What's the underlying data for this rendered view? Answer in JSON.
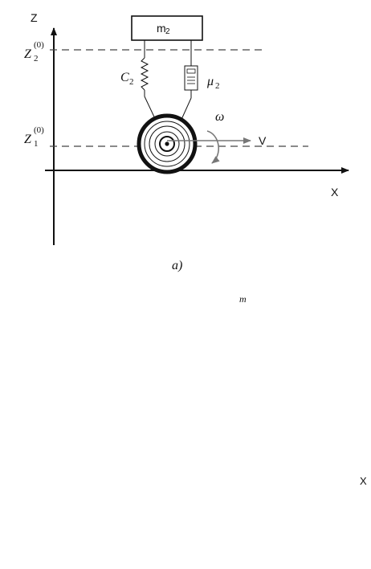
{
  "diagram": {
    "axis_z": "Z",
    "axis_x": "X",
    "z2_symbol": "Z",
    "z2_index": "2",
    "z2_superscript": "(0)",
    "z1_symbol": "Z",
    "z1_index": "1",
    "z1_superscript": "(0)",
    "mass_label": "m",
    "mass_index": "2",
    "spring_symbol": "C",
    "spring_index": "2",
    "damper_symbol": "μ",
    "damper_index": "2",
    "omega": "ω",
    "velocity": "V",
    "caption": "a)",
    "lower_m": "m",
    "lower_x": "X"
  }
}
